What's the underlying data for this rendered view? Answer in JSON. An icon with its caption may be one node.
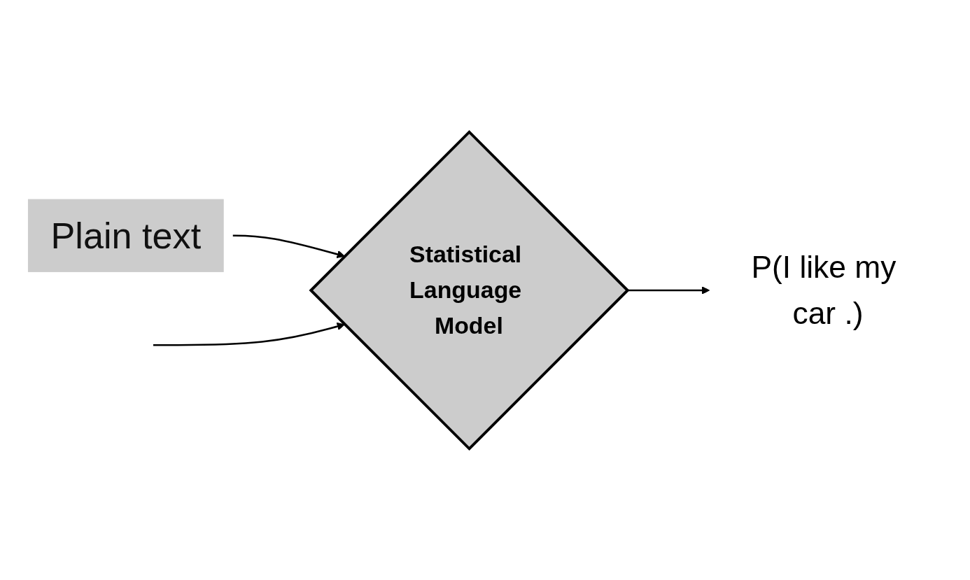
{
  "diagram": {
    "nodes": [
      {
        "text": [
          "Plain text"
        ]
      },
      {
        "text": [
          "Statistical Language Model"
        ]
      },
      {
        "text": [
          "P(I like my car .)"
        ]
      }
    ],
    "edges": [
      {
        "from": 0,
        "to": 1,
        "arrow": "to"
      },
      {
        "from": null,
        "to": 1,
        "arrow": "to"
      },
      {
        "from": 1,
        "to": 2,
        "arrow": "to"
      }
    ]
  }
}
